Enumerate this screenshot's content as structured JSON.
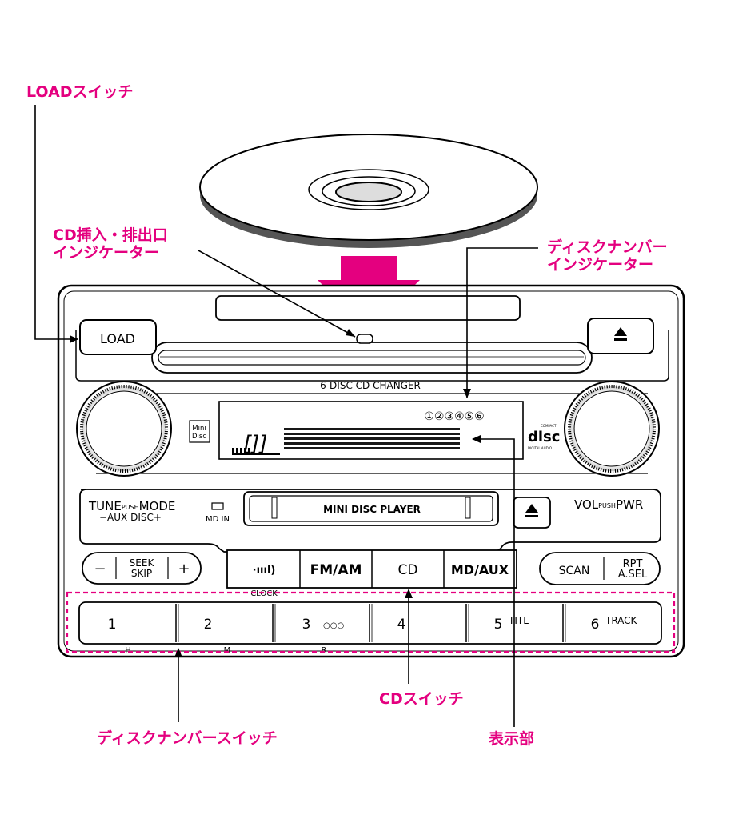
{
  "callouts": {
    "load_switch": "LOADスイッチ",
    "cd_slot_indicator": "CD挿入・排出口\nインジケーター",
    "disc_number_indicator": "ディスクナンバー\nインジケーター",
    "cd_switch": "CDスイッチ",
    "display": "表示部",
    "disc_number_switch": "ディスクナンバースイッチ"
  },
  "unit": {
    "load_button": "LOAD",
    "eject_icon": "eject-icon",
    "changer_label": "6-DISC CD CHANGER",
    "minidisc_badge_line1": "Mini",
    "minidisc_badge_line2": "Disc",
    "lcd_discs": "①②③④⑤⑥",
    "compact_disc_logo": "disc",
    "compact_disc_sub": "COMPACT",
    "compact_disc_sub2": "DIGITAL AUDIO",
    "tune_main": "TUNE",
    "tune_push": "PUSH",
    "tune_mode": "MODE",
    "tune_sub": "−AUX DISC+",
    "md_in": "MD IN",
    "md_slot_label": "MINI DISC PLAYER",
    "vol_main": "VOL",
    "vol_push": "PUSH",
    "vol_pwr": "PWR",
    "seek_minus": "−",
    "seek_line1": "SEEK",
    "seek_line2": "SKIP",
    "seek_plus": "+",
    "sound_icon": "·ıııl)",
    "fm_am": "FM/AM",
    "cd": "CD",
    "md_aux": "MD/AUX",
    "scan": "SCAN",
    "rpt_line1": "RPT",
    "rpt_line2": "A.SEL",
    "clock": "CLOCK",
    "presets": [
      {
        "num": "1",
        "extra": ""
      },
      {
        "num": "2",
        "extra": ""
      },
      {
        "num": "3",
        "extra": "○○○"
      },
      {
        "num": "4",
        "extra": ""
      },
      {
        "num": "5",
        "extra": "TITL"
      },
      {
        "num": "6",
        "extra": "TRACK"
      }
    ],
    "sub_h": "H",
    "sub_m": "M",
    "sub_r": "R"
  },
  "colors": {
    "accent": "#e4007f",
    "line": "#000000"
  }
}
